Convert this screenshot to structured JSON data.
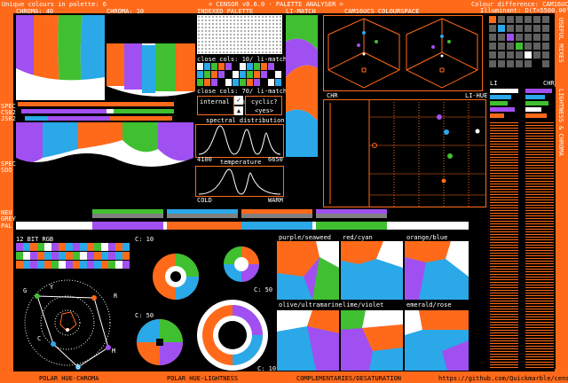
{
  "header": {
    "unique_colours": "Unique colours in palette: 6",
    "title": "= CENSOR v0.6.0 - PALETTE ANALYSER =",
    "colour_difference": "Colour difference: CAM16UCS",
    "illuminant": "Illuminant: D(T=5500.00°K)"
  },
  "labels": {
    "chroma40": "CHROMA: 40",
    "chroma10": "CHROMA: 10",
    "indexed_palette": "INDEXED PALETTE",
    "li_match": "LI-MATCH",
    "cam16ucs": "CAM16UCS COLOURSPACE",
    "close_cols_10": "close cols: 10/ li-match",
    "close_cols_70": "close cols: 70/ li-match",
    "internal_similarity": "internal similarity",
    "cyclic": "cyclic?",
    "yes": "<yes>",
    "spectral_distribution": "spectral distribution",
    "spec_min": "4100",
    "spec_max": "6650",
    "temperature": "temperature",
    "cold": "COLD",
    "warm": "WARM",
    "chr": "CHR",
    "li_hue": "LI-HUE",
    "li": "LI",
    "chr2": "CHR",
    "spec": "SPEC",
    "cs02": "CS02",
    "js02": "JS02",
    "spec2": "SPEC",
    "sdo": "SDO",
    "neu": "NEU",
    "grey": "GREY",
    "pal": "PAL",
    "bit12": "12 BIT RGB",
    "c10a": "C: 10",
    "c50a": "C: 50",
    "c50b": "C: 50",
    "c10b": "C: 10",
    "purple_seaweed": "purple/seaweed",
    "red_cyan": "red/cyan",
    "orange_blue": "orange/blue",
    "olive_ultramarine": "olive/ultramarine",
    "lime_violet": "lime/violet",
    "emerald_rose": "emerald/rose",
    "polar_hue_chroma": "POLAR HUE-CHROMA",
    "polar_hue_lightness": "POLAR HUE-LIGHTNESS",
    "complementaries": "COMPLEMENTARIES/DESATURATION",
    "github": "https://github.com/Quickmarble/censor",
    "side_useful": "USEFUL MIXES",
    "side_lightness": "LIGHTNESS & CHROMA",
    "wheel_g": "G",
    "wheel_y": "Y",
    "wheel_r": "R",
    "wheel_c": "C",
    "wheel_m": "M",
    "wheel_b": "B"
  },
  "palette": {
    "colors": [
      "#ffffff",
      "#000000",
      "#ff6a1a",
      "#2aa8e8",
      "#a050f0",
      "#40c030"
    ]
  }
}
